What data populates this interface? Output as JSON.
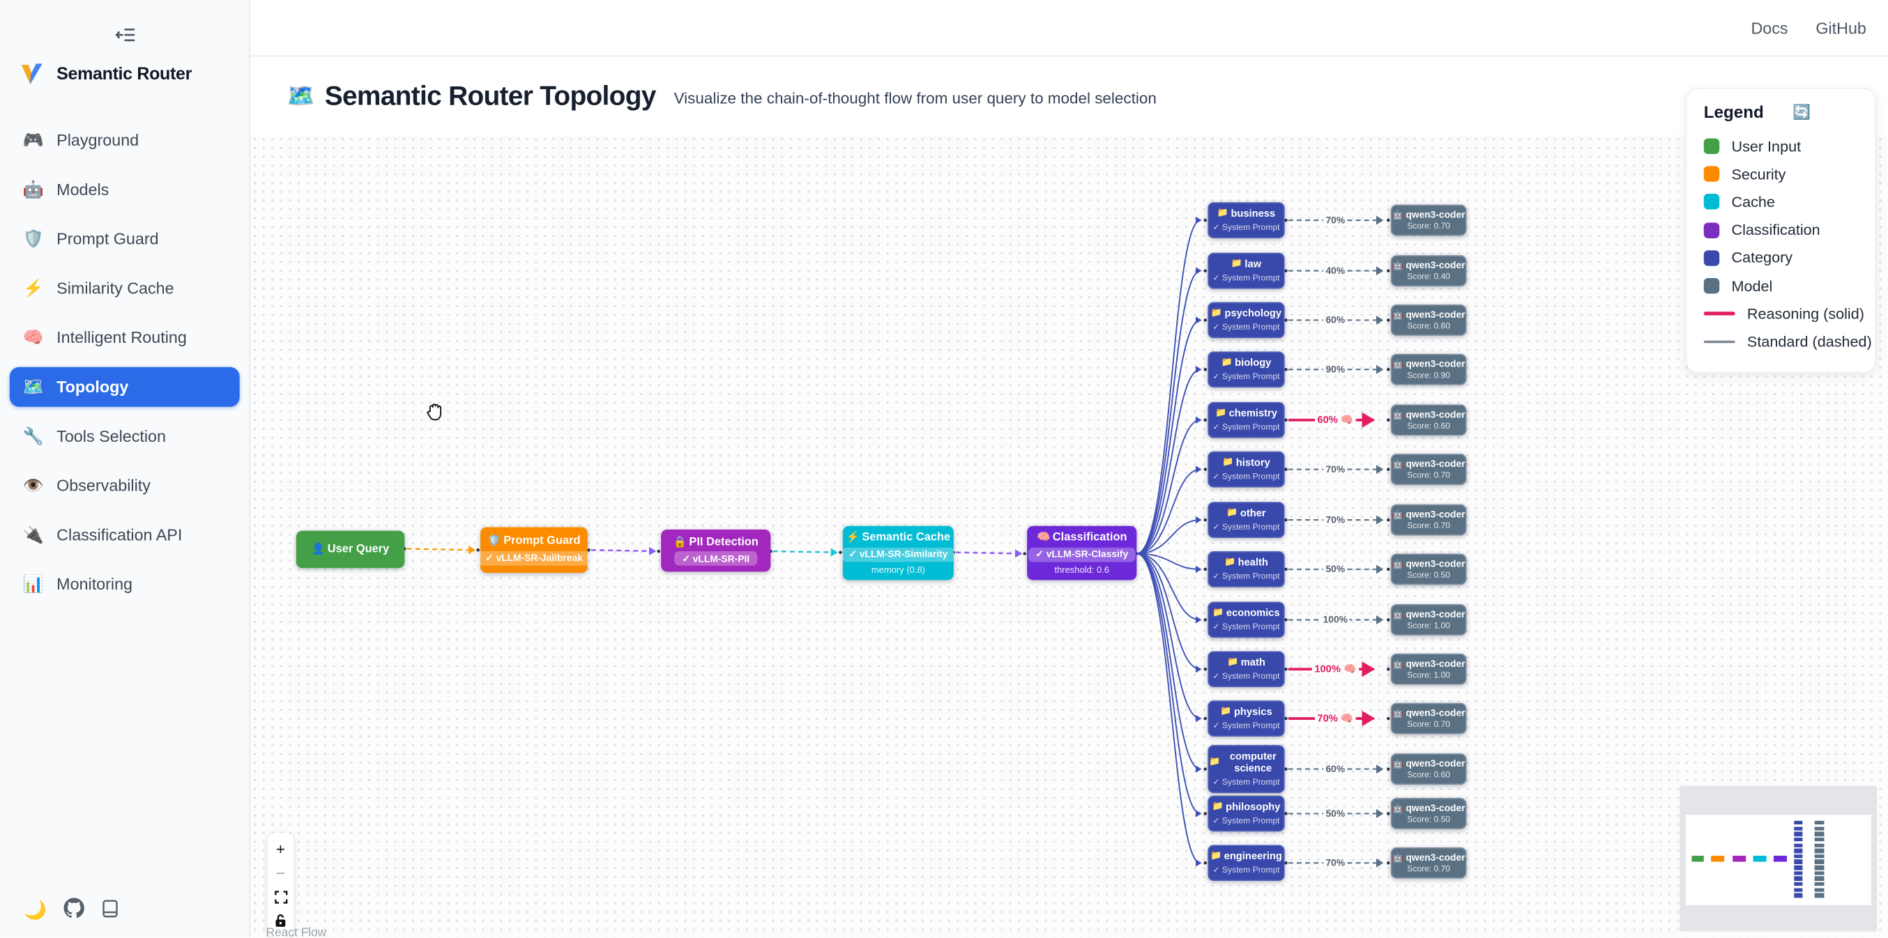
{
  "sidebar": {
    "logo_text": "Semantic Router",
    "items": [
      {
        "icon": "🎮",
        "label": "Playground",
        "active": false
      },
      {
        "icon": "🤖",
        "label": "Models",
        "active": false
      },
      {
        "icon": "🛡️",
        "label": "Prompt Guard",
        "active": false
      },
      {
        "icon": "⚡",
        "label": "Similarity Cache",
        "active": false
      },
      {
        "icon": "🧠",
        "label": "Intelligent Routing",
        "active": false
      },
      {
        "icon": "🗺️",
        "label": "Topology",
        "active": true
      },
      {
        "icon": "🔧",
        "label": "Tools Selection",
        "active": false
      },
      {
        "icon": "👁️",
        "label": "Observability",
        "active": false
      },
      {
        "icon": "🔌",
        "label": "Classification API",
        "active": false
      },
      {
        "icon": "📊",
        "label": "Monitoring",
        "active": false
      }
    ],
    "footer": {
      "theme_icon": "🌙"
    }
  },
  "topnav": {
    "docs": "Docs",
    "github": "GitHub"
  },
  "header": {
    "icon": "🗺️",
    "title": "Semantic Router Topology",
    "subtitle": "Visualize the chain-of-thought flow from user query to model selection"
  },
  "legend": {
    "title": "Legend",
    "refresh_icon": "🔄",
    "items": [
      {
        "label": "User Input",
        "color": "#43a047"
      },
      {
        "label": "Security",
        "color": "#fb8c00"
      },
      {
        "label": "Cache",
        "color": "#00bcd4"
      },
      {
        "label": "Classification",
        "color": "#7b2fbf"
      },
      {
        "label": "Category",
        "color": "#3949ab"
      },
      {
        "label": "Model",
        "color": "#5a7184"
      }
    ],
    "lines": [
      {
        "label": "Reasoning (solid)",
        "color": "#e11d5f",
        "thick": true
      },
      {
        "label": "Standard (dashed)",
        "color": "#7b8794",
        "thick": false
      }
    ]
  },
  "pipeline": [
    {
      "icon": "👤",
      "title": "User Query",
      "color": "#43a047"
    },
    {
      "icon": "🛡️",
      "title": "Prompt Guard",
      "badge": "✓ vLLM-SR-Jailbreak",
      "color": "#fb8c00"
    },
    {
      "icon": "🔒",
      "title": "PII Detection",
      "badge": "✓ vLLM-SR-PII",
      "color": "#a227bd"
    },
    {
      "icon": "⚡",
      "title": "Semantic Cache",
      "badge": "✓ vLLM-SR-Similarity",
      "note": "memory (0.8)",
      "color": "#00bcd4"
    },
    {
      "icon": "🧠",
      "title": "Classification",
      "badge": "✓ vLLM-SR-Classify",
      "note": "threshold: 0.6",
      "color": "#6d28d9"
    }
  ],
  "routing": {
    "category_icon": "📁",
    "category_sub": "✓ System Prompt",
    "model_icon": "🤖",
    "model_name": "qwen3-coder",
    "reasoning_icon": "🧠",
    "rows": [
      {
        "category": "business",
        "percent": "70%",
        "score": "Score: 0.70",
        "reasoning": false
      },
      {
        "category": "law",
        "percent": "40%",
        "score": "Score: 0.40",
        "reasoning": false
      },
      {
        "category": "psychology",
        "percent": "60%",
        "score": "Score: 0.60",
        "reasoning": false
      },
      {
        "category": "biology",
        "percent": "90%",
        "score": "Score: 0.90",
        "reasoning": false
      },
      {
        "category": "chemistry",
        "percent": "60%",
        "score": "Score: 0.60",
        "reasoning": true
      },
      {
        "category": "history",
        "percent": "70%",
        "score": "Score: 0.70",
        "reasoning": false
      },
      {
        "category": "other",
        "percent": "70%",
        "score": "Score: 0.70",
        "reasoning": false
      },
      {
        "category": "health",
        "percent": "50%",
        "score": "Score: 0.50",
        "reasoning": false
      },
      {
        "category": "economics",
        "percent": "100%",
        "score": "Score: 1.00",
        "reasoning": false
      },
      {
        "category": "math",
        "percent": "100%",
        "score": "Score: 1.00",
        "reasoning": true
      },
      {
        "category": "physics",
        "percent": "70%",
        "score": "Score: 0.70",
        "reasoning": true
      },
      {
        "category": "computer science",
        "percent": "60%",
        "score": "Score: 0.60",
        "reasoning": false
      },
      {
        "category": "philosophy",
        "percent": "50%",
        "score": "Score: 0.50",
        "reasoning": false
      },
      {
        "category": "engineering",
        "percent": "70%",
        "score": "Score: 0.70",
        "reasoning": false
      }
    ]
  },
  "edges": {
    "user_to_guard": "#f59e0b",
    "guard_to_pii": "#8b5cf6",
    "pii_to_cache": "#22c5d6",
    "cache_to_classify": "#8b5cf6",
    "fan": "#3f51b5",
    "standard": "#5a7184",
    "reasoning": "#e11d5f"
  },
  "controls": {
    "zoom_in": "+",
    "zoom_out": "−"
  },
  "attribution": "React Flow"
}
